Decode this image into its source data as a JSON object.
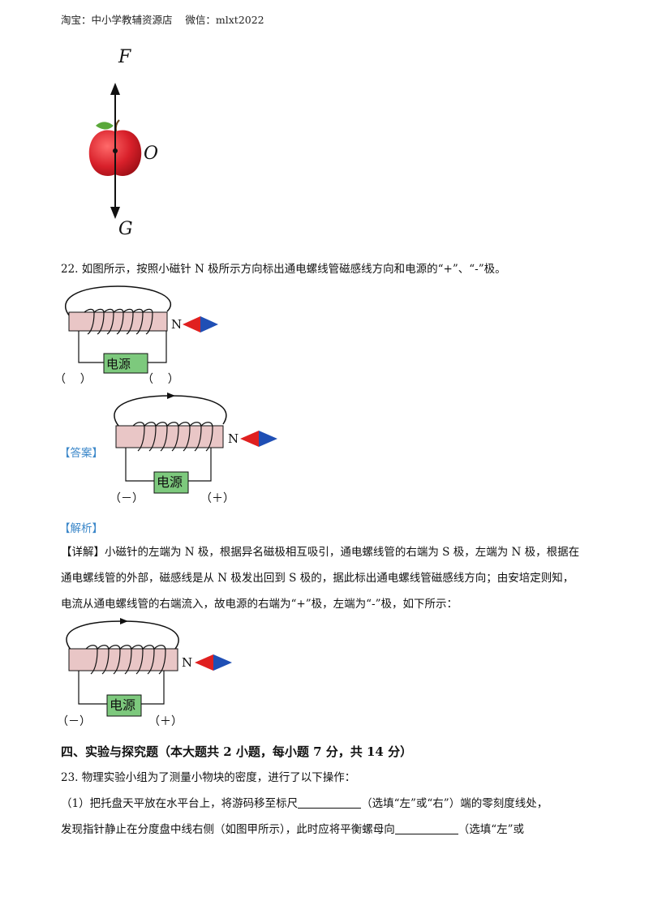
{
  "header": {
    "text": "淘宝：中小学教辅资源店    微信：mlxt2022"
  },
  "figure_apple": {
    "f_label": "F",
    "o_label": "O",
    "g_label": "G"
  },
  "q22": {
    "question": "22. 如图所示，按照小磁针 N 极所示方向标出通电螺线管磁感线方向和电源的“+”、“-”极。",
    "figure_question": {
      "n_label": "N",
      "power_label": "电源",
      "left_paren": "（    ）",
      "right_paren": "（    ）"
    },
    "answer_tag": "【答案】",
    "figure_answer": {
      "n_label": "N",
      "power_label": "电源",
      "left_paren": "（－）",
      "right_paren": "（＋）"
    },
    "analysis_tag": "【解析】",
    "analysis_lines": [
      "【详解】小磁针的左端为 N 极，根据异名磁极相互吸引，通电螺线管的右端为 S 极，左端为 N 极，根据在",
      "通电螺线管的外部，磁感线是从 N 极发出回到 S 极的，据此标出通电螺线管磁感线方向；由安培定则知，",
      "电流从通电螺线管的右端流入，故电源的右端为“+”极，左端为“-”极，如下所示："
    ],
    "figure_analysis": {
      "n_label": "N",
      "power_label": "电源",
      "left_paren": "（－）",
      "right_paren": "（＋）"
    }
  },
  "section4": {
    "title": "四、实验与探究题（本大题共 2 小题，每小题 7 分，共 14 分）"
  },
  "q23": {
    "intro": "23. 物理实验小组为了测量小物块的密度，进行了以下操作：",
    "line1_a": "（1）把托盘天平放在水平台上，将游码移至标尺",
    "line1_b": "（选填“左”或“右”）端的零刻度线处，",
    "line2_a": "发现指针静止在分度盘中线右侧（如图甲所示），此时应将平衡螺母向",
    "line2_b": "（选填“左”或"
  },
  "colors": {
    "coil_fill": "#e9c6c6",
    "power_fill": "#7dc97d",
    "needle_red": "#e02020",
    "needle_blue": "#1f4fb5",
    "apple_red": "#d8202a",
    "leaf_green": "#5aa83a",
    "tag_blue": "#3b87c9"
  }
}
